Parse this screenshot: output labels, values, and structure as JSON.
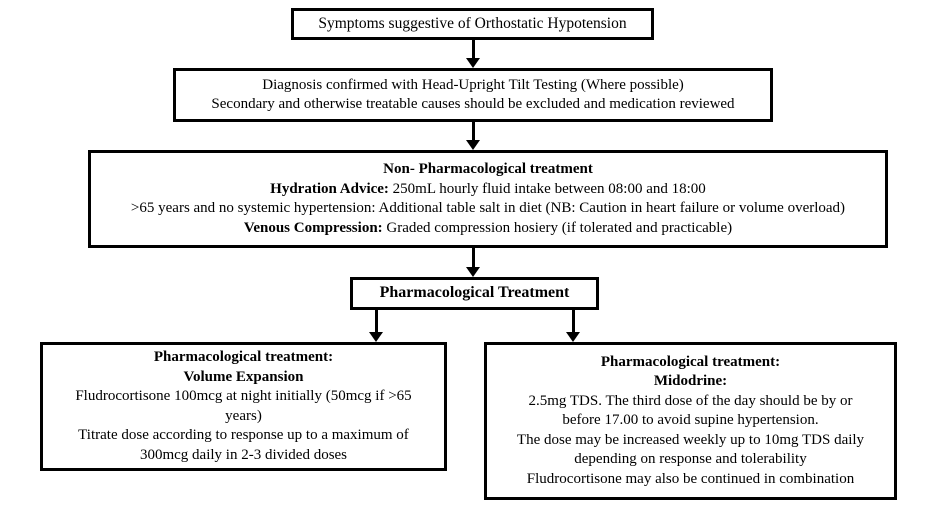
{
  "diagram": {
    "title": "Orthostatic Hypotension management flowchart",
    "colors": {
      "background": "#ffffff",
      "border": "#000000",
      "text": "#000000"
    },
    "nodes": {
      "symptoms": {
        "lines": [
          {
            "text": "Symptoms suggestive of Orthostatic Hypotension",
            "bold": false
          }
        ]
      },
      "diagnosis": {
        "lines": [
          {
            "text": "Diagnosis confirmed with Head-Upright Tilt Testing (Where possible)",
            "bold": false
          },
          {
            "text": "Secondary and otherwise treatable causes should be excluded and medication reviewed",
            "bold": false
          }
        ]
      },
      "non_pharmacological": {
        "lines": [
          {
            "label": "Non- Pharmacological treatment",
            "text": "",
            "bold_label": true,
            "centered_heading": true
          },
          {
            "label": "Hydration Advice:",
            "text": " 250mL hourly fluid intake between 08:00 and 18:00"
          },
          {
            "label": "",
            "text": ">65 years and no systemic hypertension: Additional table salt in diet (NB: Caution in heart failure or volume overload)"
          },
          {
            "label": "Venous Compression:",
            "text": " Graded compression hosiery (if tolerated and practicable)"
          }
        ]
      },
      "pharmacological": {
        "lines": [
          {
            "text": "Pharmacological Treatment",
            "bold": true
          }
        ]
      },
      "volume_expansion": {
        "lines": [
          {
            "text": "Pharmacological treatment:",
            "bold": true
          },
          {
            "text": "Volume Expansion",
            "bold": true
          },
          {
            "text": "Fludrocortisone 100mcg at night initially (50mcg if >65",
            "bold": false
          },
          {
            "text": "years)",
            "bold": false
          },
          {
            "text": "Titrate dose according to response up to a maximum of",
            "bold": false
          },
          {
            "text": "300mcg daily in 2-3 divided doses",
            "bold": false
          }
        ]
      },
      "midodrine": {
        "lines": [
          {
            "text": "Pharmacological treatment:",
            "bold": true
          },
          {
            "text": "Midodrine:",
            "bold": true
          },
          {
            "text": "2.5mg TDS. The third dose of the day should be by or",
            "bold": false
          },
          {
            "text": "before 17.00 to avoid supine hypertension.",
            "bold": false
          },
          {
            "text": "The dose may be increased weekly up to 10mg TDS daily",
            "bold": false
          },
          {
            "text": "depending on response and tolerability",
            "bold": false
          },
          {
            "text": "Fludrocortisone may also be continued in combination",
            "bold": false
          }
        ]
      }
    },
    "connectors": [
      {
        "name": "symptoms-to-diagnosis",
        "direction": "down"
      },
      {
        "name": "diagnosis-to-non-pharmacological",
        "direction": "down"
      },
      {
        "name": "non-pharmacological-to-pharmacological",
        "direction": "down"
      },
      {
        "name": "pharmacological-to-volume-expansion",
        "direction": "down"
      },
      {
        "name": "pharmacological-to-midodrine",
        "direction": "down"
      }
    ]
  }
}
